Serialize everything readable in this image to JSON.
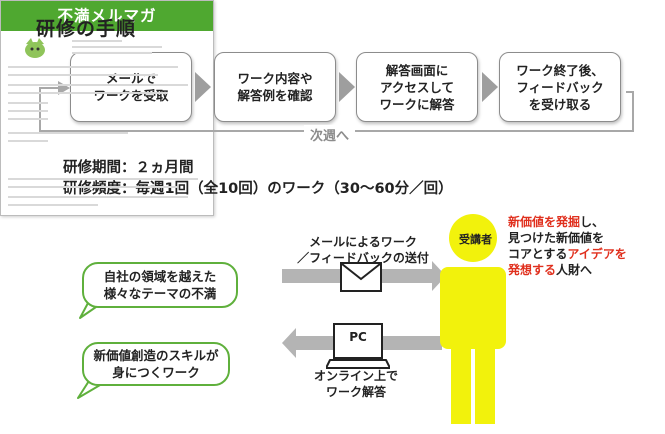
{
  "title": "研修の手順",
  "steps": [
    {
      "label": "メールで\nワークを受取"
    },
    {
      "label": "ワーク内容や\n解答例を確認"
    },
    {
      "label": "解答画面に\nアクセスして\nワークに解答"
    },
    {
      "label": "ワーク終了後、\nフィードバック\nを受け取る"
    }
  ],
  "loop_label": "次週へ",
  "period": {
    "duration": "研修期間：２ヵ月間",
    "frequency": "研修頻度：毎週1回（全10回）のワーク（30〜60分／回）"
  },
  "newsletter": {
    "header": "不満メルマガ",
    "bubble_top": "自社の領域を越えた\n様々なテーマの不満",
    "bubble_bottom": "新価値創造のスキルが\n身につくワーク"
  },
  "delivery": {
    "top_label": "メールによるワーク\n／フィードバックの送付",
    "pc_label": "PC",
    "bottom_label": "オンライン上で\nワーク解答"
  },
  "person": {
    "label": "受講者",
    "desc_parts": [
      {
        "text": "新価値を発掘",
        "red": true
      },
      {
        "text": "し、\n見つけた新価値を\nコアとする",
        "red": false
      },
      {
        "text": "アイデアを\n発想する",
        "red": true
      },
      {
        "text": "人財へ",
        "red": false
      }
    ]
  },
  "colors": {
    "accent_green": "#4fa830",
    "person_yellow": "#f2f20c",
    "highlight_red": "#e0301e",
    "arrow_gray": "#9e9e9e"
  }
}
